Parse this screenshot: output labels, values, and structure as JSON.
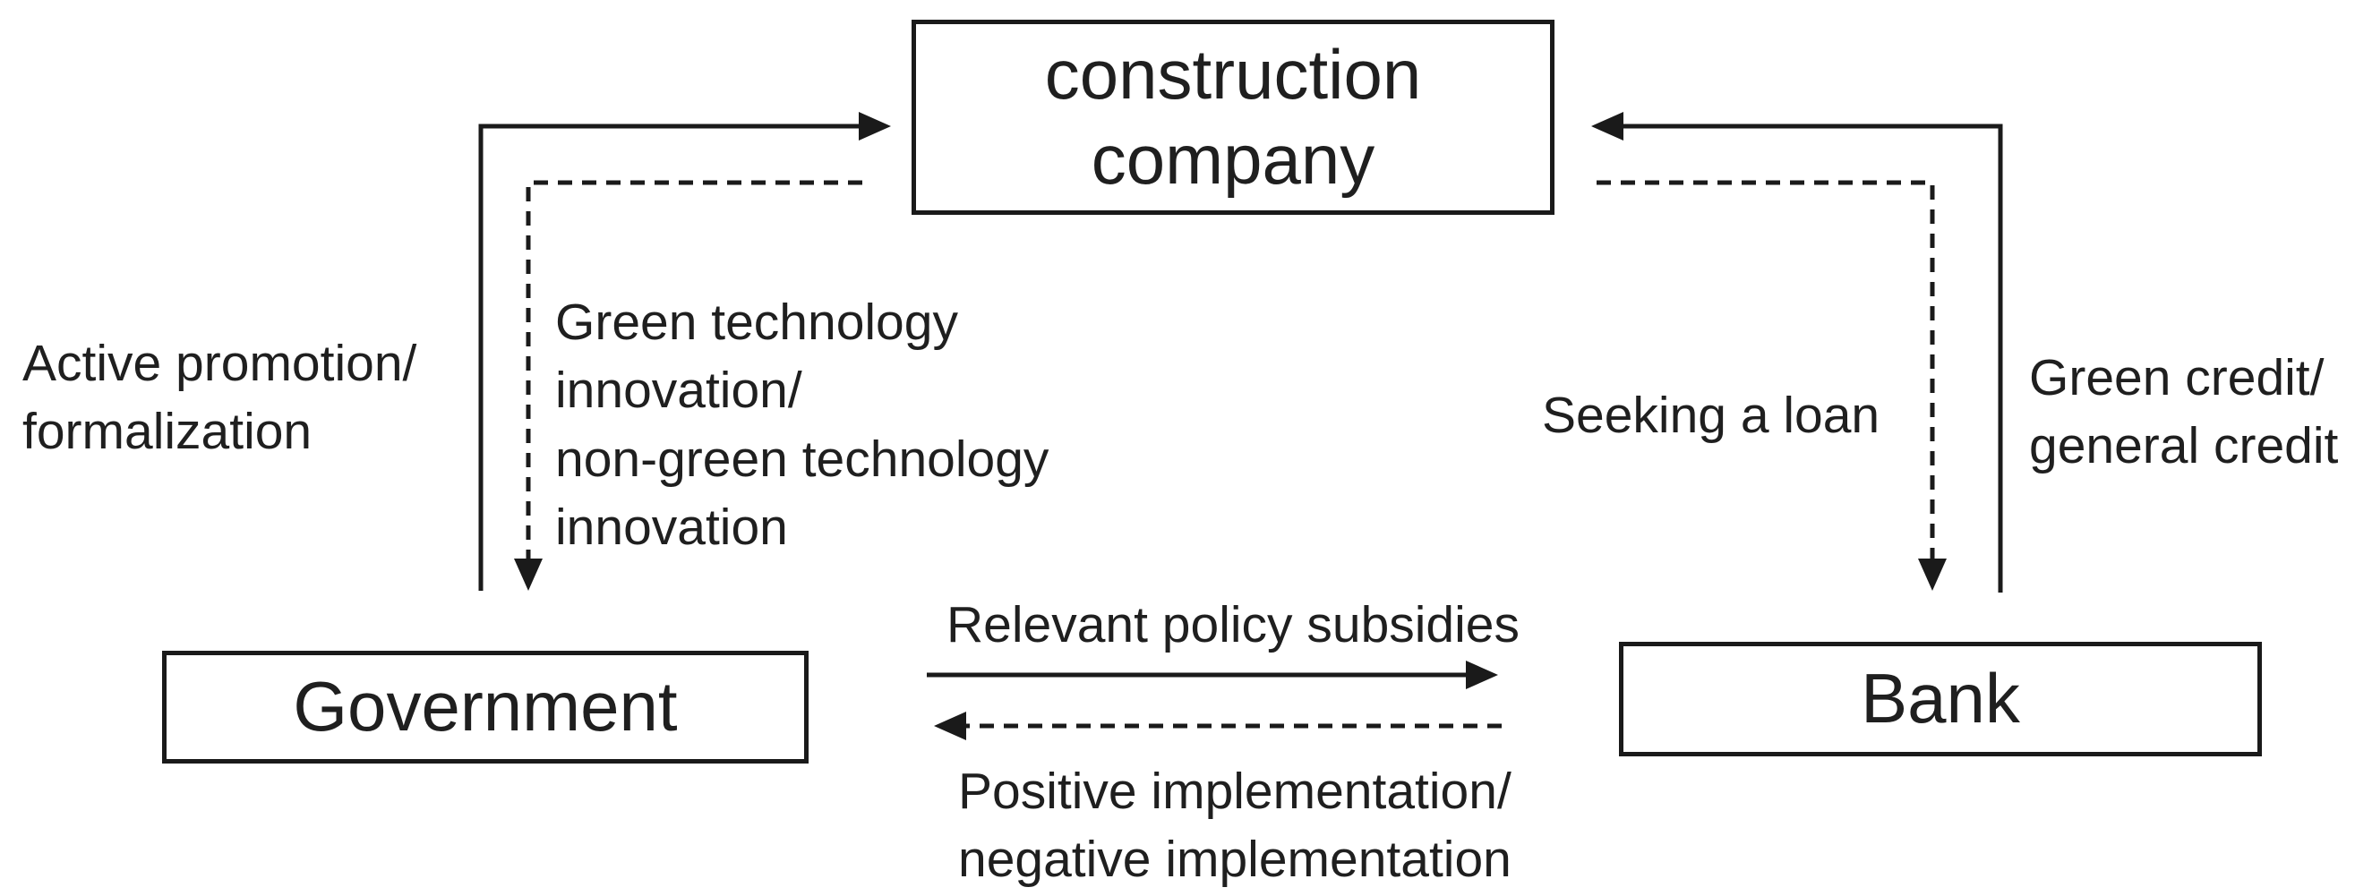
{
  "nodes": {
    "construction_company": "construction\ncompany",
    "government": "Government",
    "bank": "Bank"
  },
  "edge_labels": {
    "active_promotion": "Active promotion/\nformalization",
    "green_tech_innovation": "Green technology\ninnovation/\nnon-green technology\ninnovation",
    "seeking_loan": "Seeking a loan",
    "green_credit": "Green credit/\ngeneral credit",
    "policy_subsidies": "Relevant policy subsidies",
    "implementation": "Positive implementation/\nnegative implementation"
  },
  "colors": {
    "line": "#1a1a1a",
    "text": "#1f1f1f",
    "background": "#ffffff"
  }
}
